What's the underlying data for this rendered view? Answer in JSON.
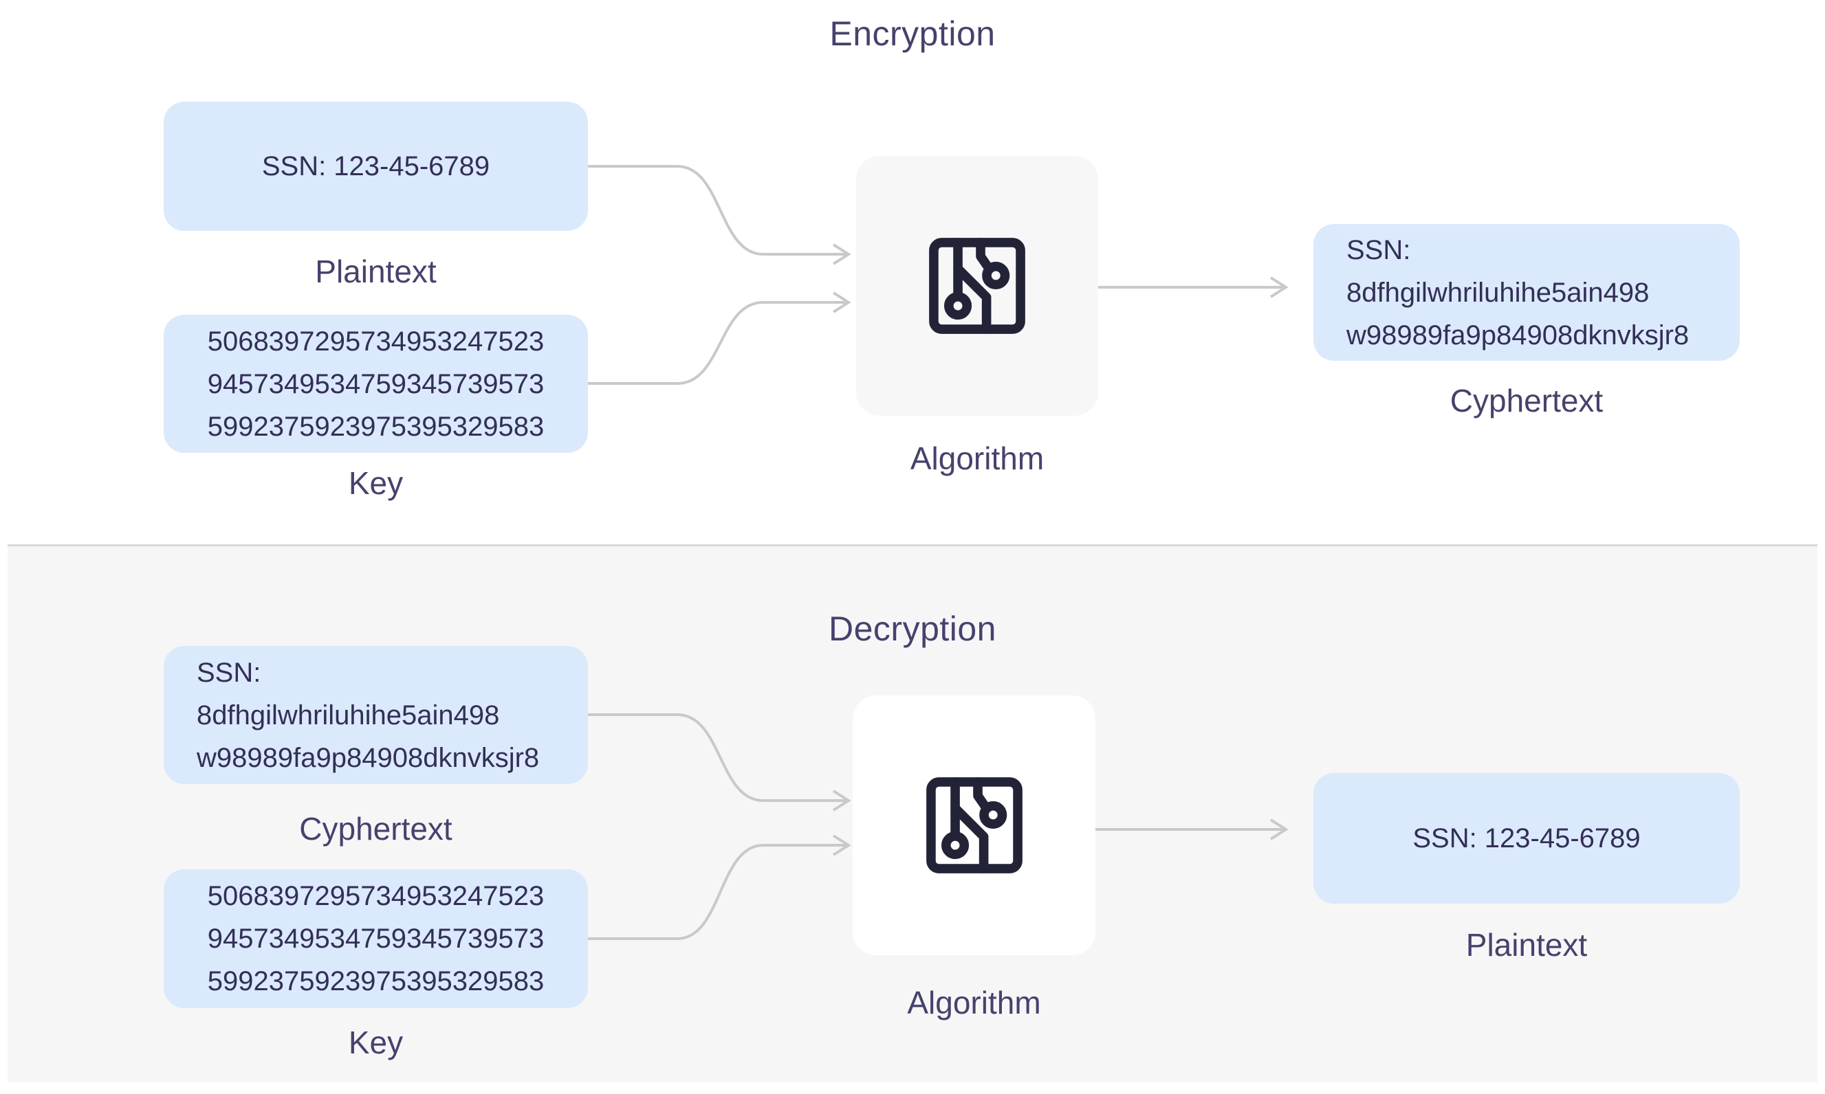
{
  "titles": {
    "encryption": "Encryption",
    "decryption": "Decryption"
  },
  "encryption": {
    "plaintext": {
      "text": "SSN: 123-45-6789",
      "label": "Plaintext"
    },
    "key": {
      "lines": [
        "5068397295734953247523",
        "9457349534759345739573",
        "5992375923975395329583"
      ],
      "label": "Key"
    },
    "algorithm": {
      "label": "Algorithm",
      "icon": "circuit-icon"
    },
    "cyphertext": {
      "lines": [
        "SSN:",
        "8dfhgilwhriluhihe5ain498",
        "w98989fa9p84908dknvksjr8"
      ],
      "label": "Cyphertext"
    }
  },
  "decryption": {
    "cyphertext": {
      "lines": [
        "SSN:",
        "8dfhgilwhriluhihe5ain498",
        "w98989fa9p84908dknvksjr8"
      ],
      "label": "Cyphertext"
    },
    "key": {
      "lines": [
        "5068397295734953247523",
        "9457349534759345739573",
        "5992375923975395329583"
      ],
      "label": "Key"
    },
    "algorithm": {
      "label": "Algorithm",
      "icon": "circuit-icon"
    },
    "plaintext": {
      "text": "SSN: 123-45-6789",
      "label": "Plaintext"
    }
  },
  "colors": {
    "box_blue": "#dbe9fc",
    "panel_gray": "#f6f6f7",
    "algo_gray": "#f7f7f8",
    "algo_white": "#ffffff",
    "arrow_gray": "#c9c9c9",
    "text_dark": "#322f56",
    "heading": "#46426d",
    "icon_dark": "#232338",
    "divider": "#d9d9d9"
  }
}
